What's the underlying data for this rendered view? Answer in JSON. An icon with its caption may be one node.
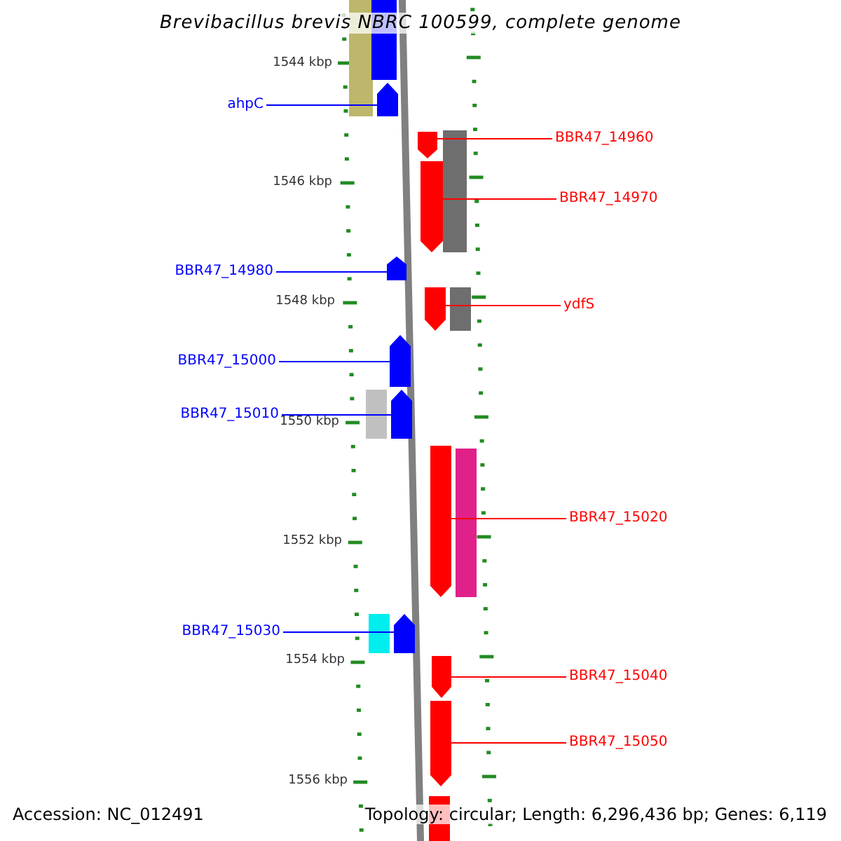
{
  "diagram": {
    "title": "Brevibacillus brevis NBRC 100599, complete genome",
    "nodes": [
      {
        "text": [
          "ahpC"
        ]
      },
      {
        "text": [],
        "shape": "arrow"
      },
      {
        "text": [
          "BBR47_14960"
        ]
      },
      {
        "text": [],
        "shape": "arrow"
      },
      {
        "text": [
          "BBR47_14970"
        ]
      },
      {
        "text": [],
        "shape": "arrow"
      },
      {
        "text": [
          "BBR47_14980"
        ]
      },
      {
        "text": [],
        "shape": "arrow"
      },
      {
        "text": [
          "ydfS"
        ]
      },
      {
        "text": [],
        "shape": "arrow"
      },
      {
        "text": [
          "BBR47_15000"
        ]
      },
      {
        "text": [],
        "shape": "arrow"
      },
      {
        "text": [
          "BBR47_15010"
        ]
      },
      {
        "text": [],
        "shape": "arrow"
      },
      {
        "text": [
          "BBR47_15020"
        ]
      },
      {
        "text": [],
        "shape": "arrow"
      },
      {
        "text": [
          "BBR47_15030"
        ]
      },
      {
        "text": [],
        "shape": "arrow"
      },
      {
        "text": [
          "BBR47_15040"
        ]
      },
      {
        "text": [],
        "shape": "arrow"
      },
      {
        "text": [
          "BBR47_15050"
        ]
      },
      {
        "text": [],
        "shape": "arrow"
      },
      {
        "text": [],
        "shape": "bar"
      },
      {
        "text": [],
        "shape": "bar"
      },
      {
        "text": [],
        "shape": "bar"
      },
      {
        "text": [],
        "shape": "bar"
      },
      {
        "text": [],
        "shape": "bar"
      },
      {
        "text": [],
        "shape": "bar"
      },
      {
        "text": [],
        "shape": "bar"
      },
      {
        "text": [],
        "shape": "arrow"
      }
    ],
    "edges": [
      {
        "from": 0,
        "to": 1,
        "arrow": "none",
        "color": "#0000ff"
      },
      {
        "from": 2,
        "to": 3,
        "arrow": "none"
      },
      {
        "from": 4,
        "to": 5,
        "arrow": "none"
      },
      {
        "from": 6,
        "to": 7,
        "arrow": "none",
        "color": "#0000ff"
      },
      {
        "from": 8,
        "to": 9,
        "arrow": "none"
      },
      {
        "from": 10,
        "to": 11,
        "arrow": "none",
        "color": "#0000ff"
      },
      {
        "from": 12,
        "to": 13,
        "arrow": "none",
        "color": "#0000ff"
      },
      {
        "from": 14,
        "to": 15,
        "arrow": "none"
      },
      {
        "from": 16,
        "to": 17,
        "arrow": "none",
        "color": "#0000ff"
      },
      {
        "from": 18,
        "to": 19,
        "arrow": "none"
      },
      {
        "from": 20,
        "to": 21,
        "arrow": "none"
      }
    ],
    "labels": [
      "1544 kbp",
      "1546 kbp",
      "1548 kbp",
      "1550 kbp",
      "1552 kbp",
      "1554 kbp",
      "1556 kbp",
      "Accession: NC_012491",
      "Topology: circular; Length: 6,296,436 bp; Genes: 6,119"
    ]
  }
}
